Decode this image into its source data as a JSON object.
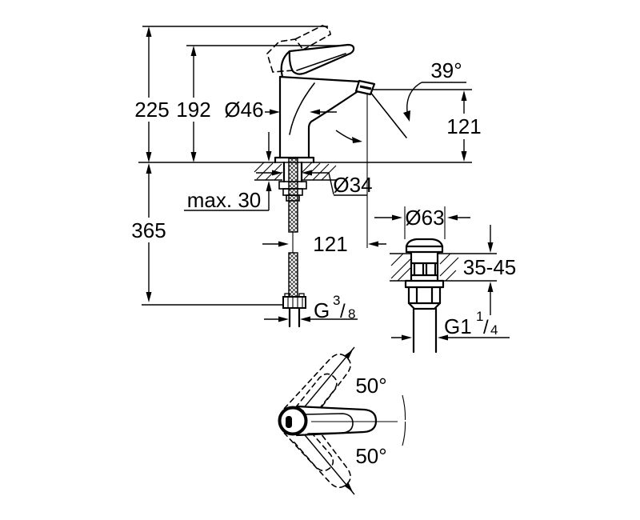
{
  "meta": {
    "background": "#ffffff",
    "ink": "#000000",
    "drawing_type": "faucet installation dimension drawing"
  },
  "side_view": {
    "overall_height": "225",
    "handle_raised_height": "192",
    "body_diameter": "Ø46",
    "spout_angle": "39°",
    "spout_height": "121",
    "deck_thickness_max": "max. 30",
    "shank_diameter": "Ø34",
    "hose_length": "365",
    "spout_reach": "121",
    "supply_thread": {
      "base": "G",
      "numerator": "3",
      "slash": "/",
      "denominator": "8"
    }
  },
  "waste_view": {
    "flange_diameter": "Ø63",
    "deck_thickness_range": "35-45",
    "waste_thread": {
      "base": "G1",
      "numerator": "1",
      "slash": "/",
      "denominator": "4"
    }
  },
  "top_view": {
    "swivel_angle_upper": "50°",
    "swivel_angle_lower": "50°"
  }
}
